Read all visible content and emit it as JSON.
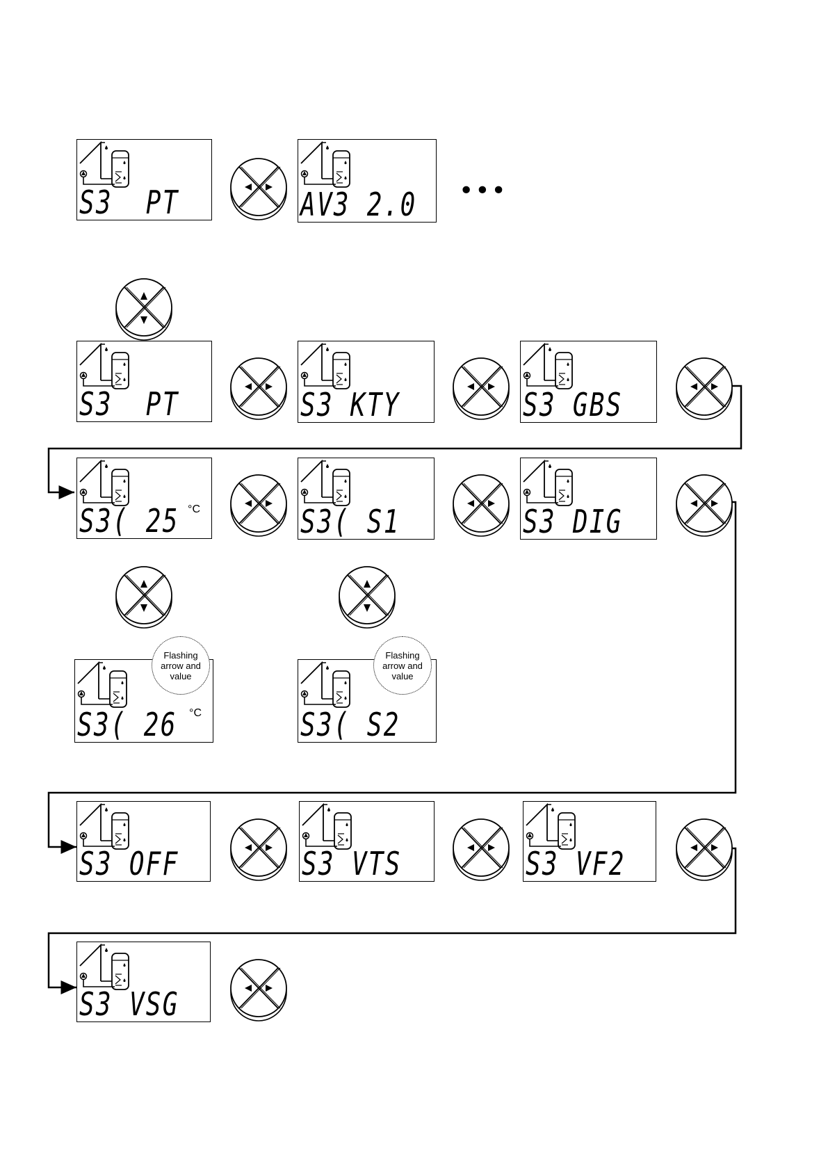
{
  "ellipsis": "•••",
  "callout_text": "Flashing arrow and value",
  "unit": "°C",
  "screens": [
    {
      "id": "r1-a",
      "text": "S3  PT"
    },
    {
      "id": "r1-b",
      "text": "AV3 2.0"
    },
    {
      "id": "r2-a",
      "text": "S3  PT"
    },
    {
      "id": "r2-b",
      "text": "S3 KTY"
    },
    {
      "id": "r2-c",
      "text": "S3 GBS"
    },
    {
      "id": "r3-a",
      "text": "S3( 25"
    },
    {
      "id": "r3-b",
      "text": "S3( S1"
    },
    {
      "id": "r3-c",
      "text": "S3 DIG"
    },
    {
      "id": "r4-a",
      "text": "S3( 26"
    },
    {
      "id": "r4-b",
      "text": "S3( S2"
    },
    {
      "id": "r5-a",
      "text": "S3 OFF"
    },
    {
      "id": "r5-b",
      "text": "S3 VTS"
    },
    {
      "id": "r5-c",
      "text": "S3 VF2"
    },
    {
      "id": "r6-a",
      "text": "S3 VSG"
    }
  ]
}
